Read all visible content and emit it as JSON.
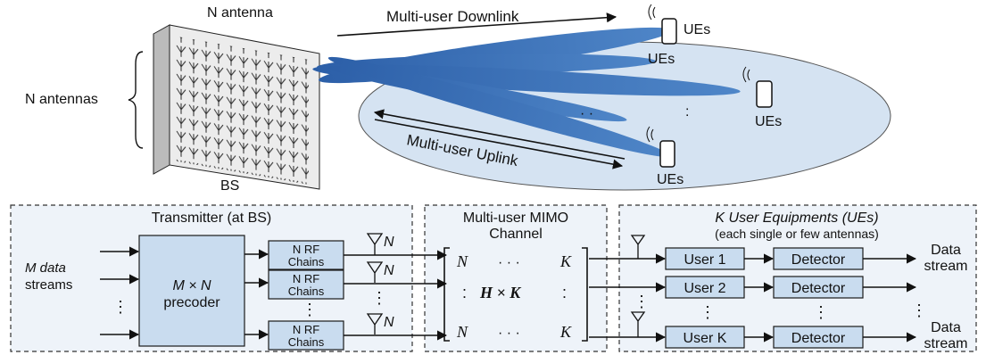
{
  "top": {
    "n_antenna": "N antenna",
    "n_antennas": "N antennas",
    "bs": "BS",
    "downlink": "Multi-user Downlink",
    "uplink": "Multi-user Uplink",
    "ues": [
      "UEs",
      "UEs",
      "UEs",
      "UEs"
    ]
  },
  "transmitter": {
    "title": "Transmitter (at BS)",
    "inputs_line1": "M data",
    "inputs_line2": "streams",
    "precoder_line1": "M × N",
    "precoder_line2": "precoder",
    "rf_line1": "N RF",
    "rf_line2": "Chains",
    "antenna_label": "N"
  },
  "channel": {
    "title_line1": "Multi-user MIMO",
    "title_line2": "Channel",
    "row1": [
      "N",
      "· · ·",
      "K"
    ],
    "row2": [
      ":",
      "H × K",
      ":"
    ],
    "row3": [
      "N",
      "· · ·",
      "K"
    ]
  },
  "ue_panel": {
    "title_line1": "K User Equipments (UEs)",
    "title_line2": "(each single or few antennas)",
    "users": [
      "User 1",
      "User 2",
      "User K"
    ],
    "detector": "Detector",
    "output_line1": "Data",
    "output_line2": "stream"
  },
  "colors": {
    "beam": "#3f6fb5",
    "cell": "#d5e3f2",
    "box": "#c9dcef"
  }
}
